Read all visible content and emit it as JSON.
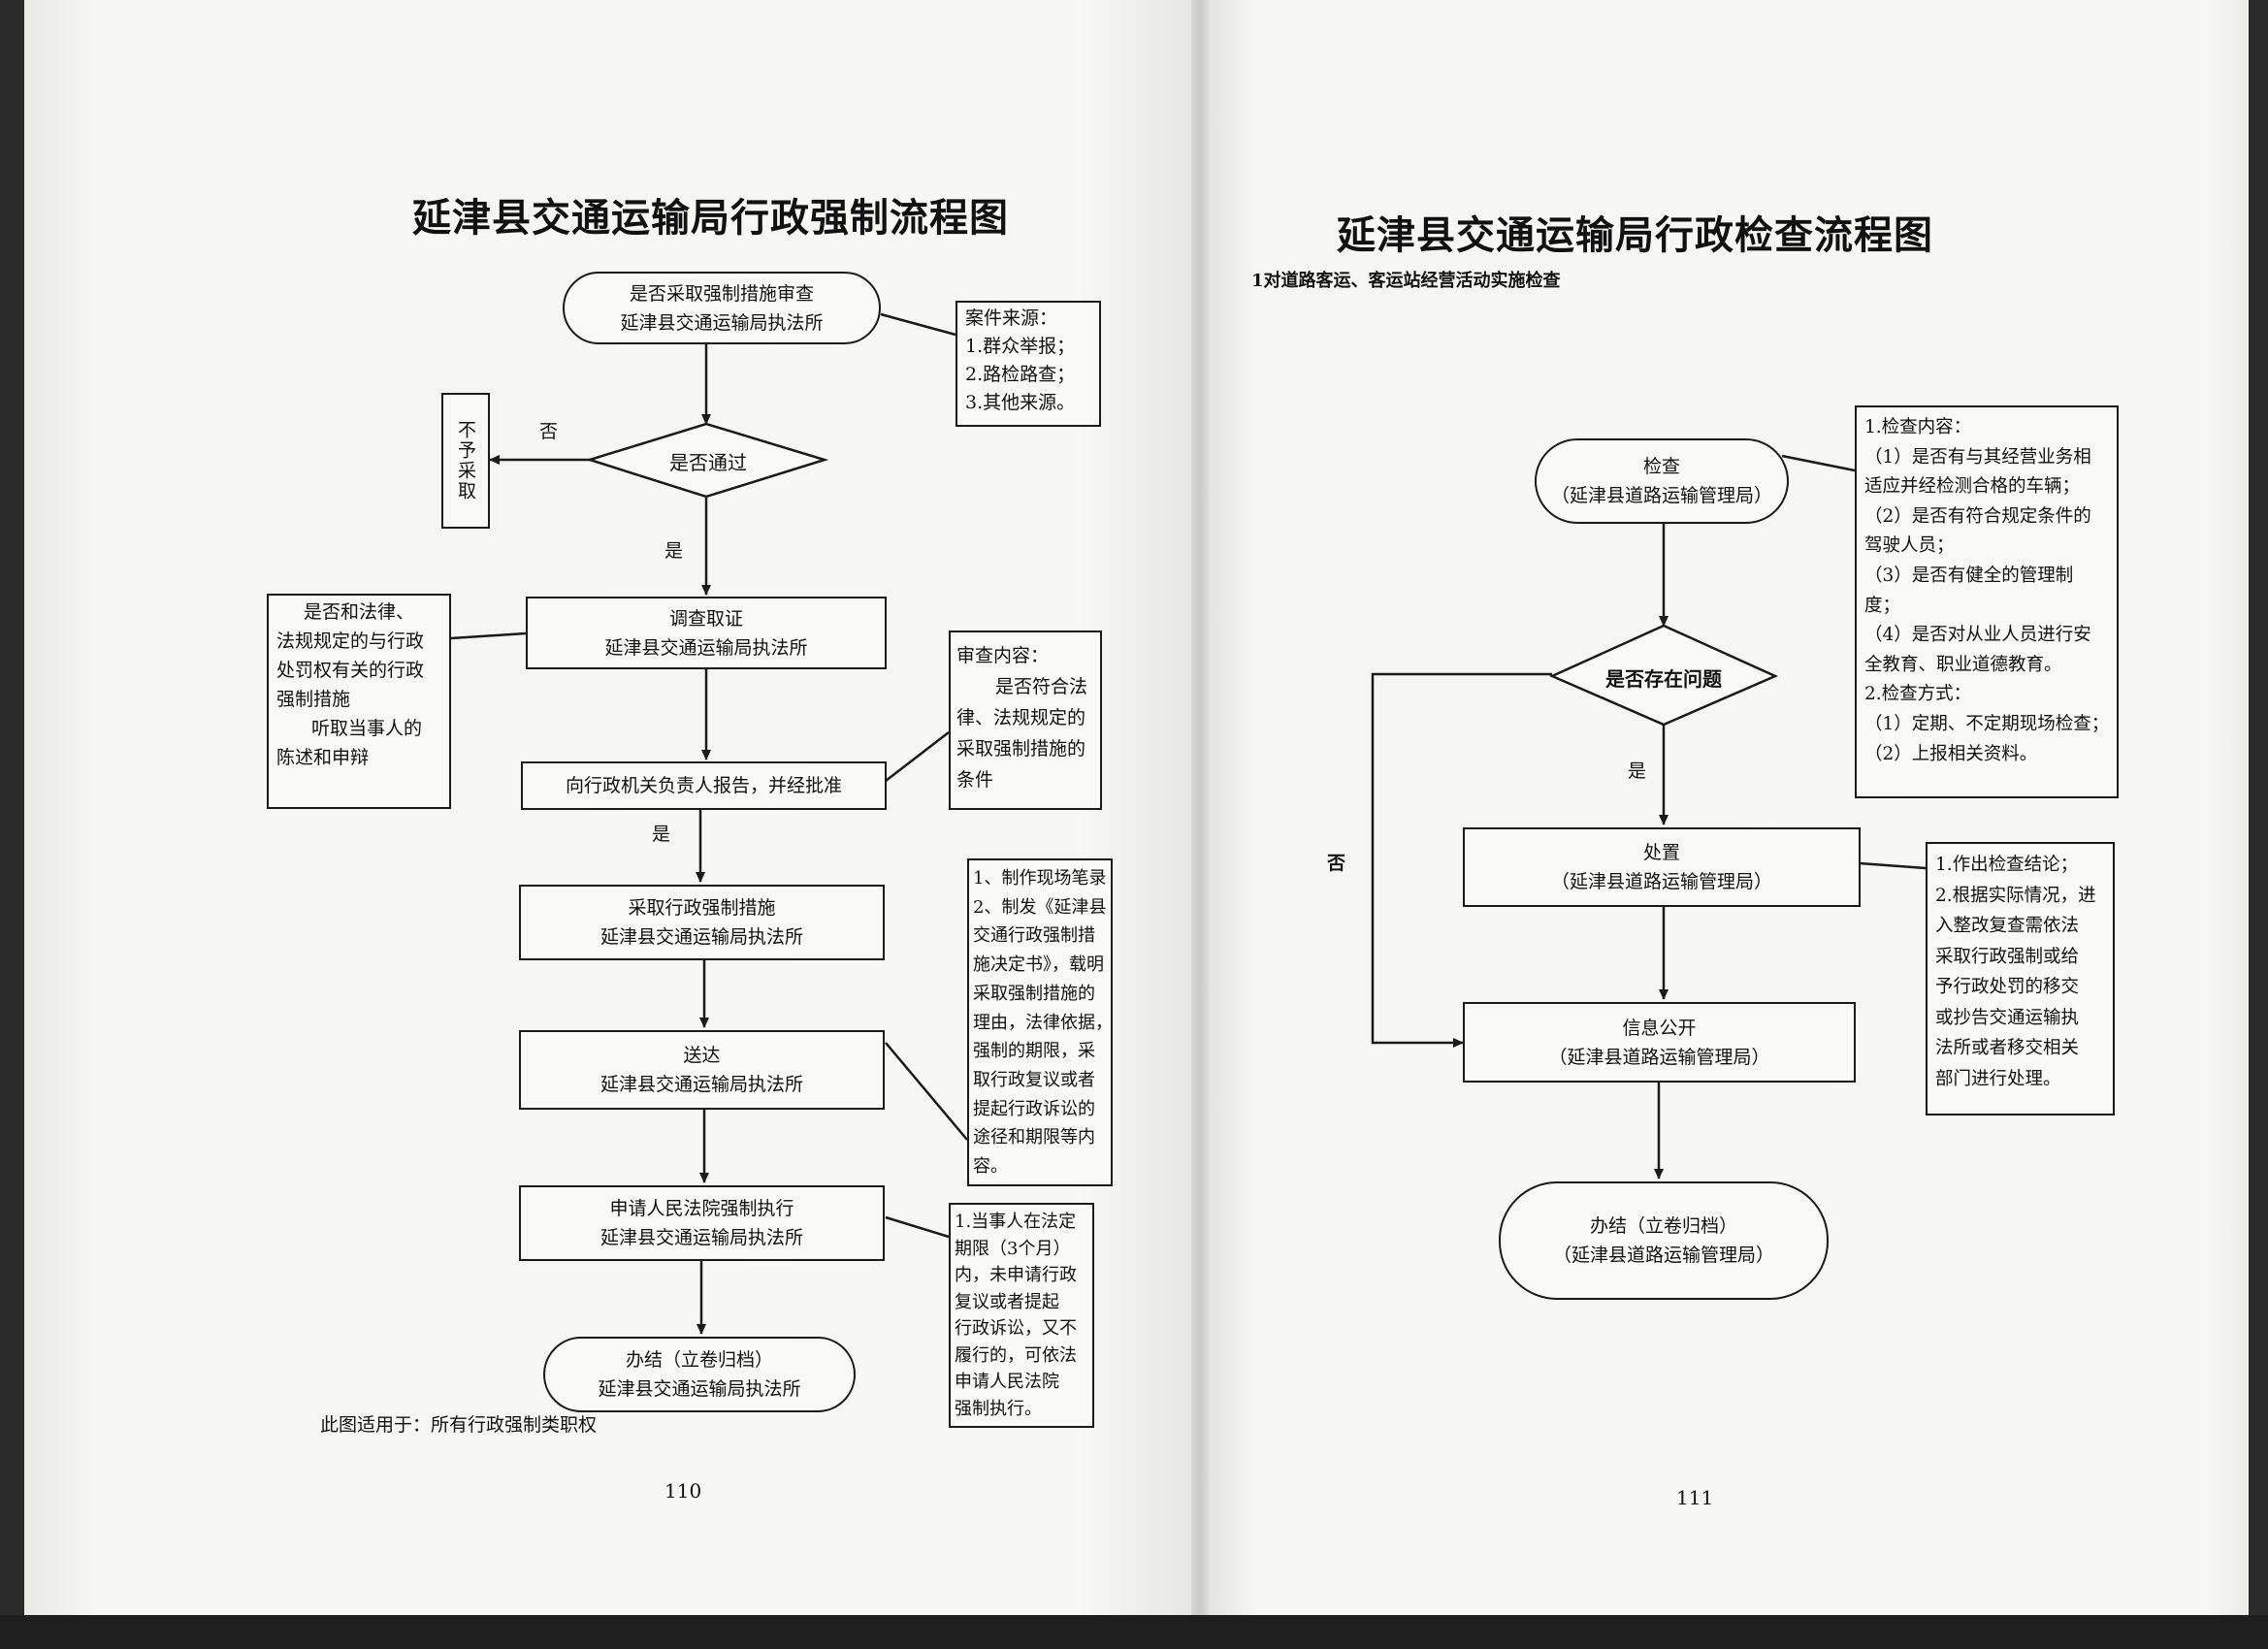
{
  "left": {
    "title": "延津县交通运输局行政强制流程图",
    "nodes": {
      "start": [
        "是否采取强制措施审查",
        "延津县交通运输局执法所"
      ],
      "decision": "是否通过",
      "investigate": [
        "调查取证",
        "延津县交通运输局执法所"
      ],
      "report": [
        "向行政机关负责人报告，并经批准"
      ],
      "enforce": [
        "采取行政强制措施",
        "延津县交通运输局执法所"
      ],
      "deliver": [
        "送达",
        "延津县交通运输局执法所"
      ],
      "apply_court": [
        "申请人民法院强制执行",
        "延津县交通运输局执法所"
      ],
      "end": [
        "办结（立卷归档）",
        "延津县交通运输局执法所"
      ]
    },
    "reject_box": "不予采取",
    "labels": {
      "no": "否",
      "yes1": "是",
      "yes2": "是"
    },
    "notes": {
      "source": [
        "案件来源：",
        "1.群众举报；",
        "2.路检路查；",
        "3.其他来源。"
      ],
      "legal": [
        "是否和法律、",
        "法规规定的与行政",
        "处罚权有关的行政",
        "强制措施",
        "听取当事人的",
        "陈述和申辩"
      ],
      "review": [
        "审查内容：",
        "是否符合法",
        "律、法规规定的",
        "采取强制措施的",
        "条件"
      ],
      "decision_doc": [
        "1、制作现场笔录",
        "2、制发《延津县",
        "交通行政强制措",
        "施决定书》，载明",
        "采取强制措施的",
        "理由，法律依据，",
        "强制的期限，采",
        "取行政复议或者",
        "提起行政诉讼的",
        "途径和期限等内",
        "容。"
      ],
      "court": [
        "1.当事人在法定",
        "期限（3个月）",
        "内，未申请行政",
        "复议或者提起",
        "行政诉讼，又不",
        "履行的，可依法",
        "申请人民法院",
        "强制执行。"
      ]
    },
    "footer": "此图适用于：所有行政强制类职权",
    "page_number": "110"
  },
  "right": {
    "title": "延津县交通运输局行政检查流程图",
    "subtitle": "1对道路客运、客运站经营活动实施检查",
    "nodes": {
      "inspect": [
        "检查",
        "（延津县道路运输管理局）"
      ],
      "decision": "是否存在问题",
      "handle": [
        "处置",
        "（延津县道路运输管理局）"
      ],
      "publish": [
        "信息公开",
        "（延津县道路运输管理局）"
      ],
      "end": [
        "办结（立卷归档）",
        "（延津县道路运输管理局）"
      ]
    },
    "labels": {
      "yes": "是",
      "no": "否"
    },
    "notes": {
      "content": [
        "1.检查内容：",
        "（1）是否有与其经营业务相",
        "适应并经检测合格的车辆；",
        "（2）是否有符合规定条件的",
        "驾驶人员；",
        "（3）是否有健全的管理制",
        "度；",
        "（4）是否对从业人员进行安",
        "全教育、职业道德教育。",
        "2.检查方式：",
        "（1）定期、不定期现场检查；",
        "（2）上报相关资料。"
      ],
      "handling": [
        "1.作出检查结论；",
        "2.根据实际情况，进",
        "入整改复查需依法",
        "采取行政强制或给",
        "予行政处罚的移交",
        "或抄告交通运输执",
        "法所或者移交相关",
        "部门进行处理。"
      ]
    },
    "page_number": "111"
  }
}
